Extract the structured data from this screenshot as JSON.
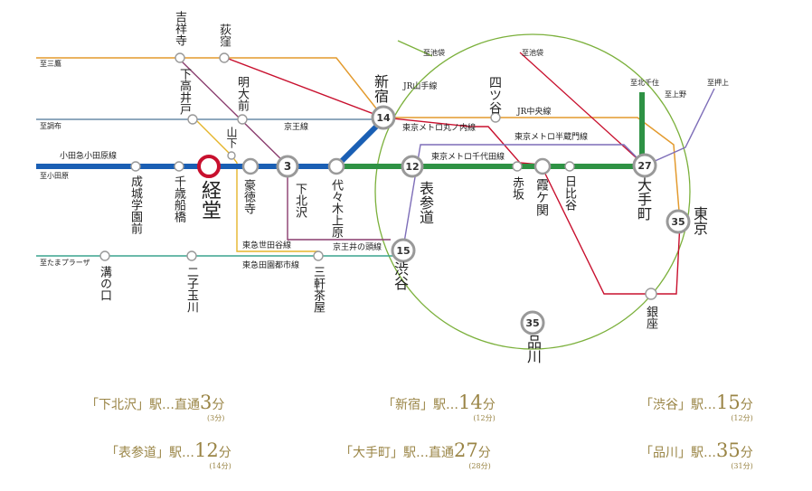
{
  "colors": {
    "odakyu": "#1a5fb4",
    "chiyoda": "#2e9244",
    "keio": "#6a8ca8",
    "keio_inokashira": "#8a3d6e",
    "yamanote": "#7bb03b",
    "marunouchi": "#c8102e",
    "hanzomon": "#7d6db8",
    "chuo": "#e39a2d",
    "tokyu_denen": "#3aa38d",
    "tokyu_setagaya": "#e5b52b",
    "tozai": "#22a8c9",
    "accent_gold": "#9a8546",
    "kyodo_ring": "#c8102e"
  },
  "direction_labels": {
    "mitaka": "至三鷹",
    "chofu": "至調布",
    "odawara": "至小田原",
    "tama_plaza": "至たまプラーザ",
    "ikebukuro_1": "至池袋",
    "ikebukuro_2": "至池袋",
    "kitasenju": "至北千住",
    "ueno": "至上野",
    "oshiage": "至押上"
  },
  "line_labels": {
    "odakyu": "小田急小田原線",
    "keio": "京王線",
    "setagaya": "東急世田谷線",
    "denen": "東急田園都市線",
    "inokashira": "京王井の頭線",
    "yamanote": "JR山手線",
    "chuo": "JR中央線",
    "marunouchi": "東京メトロ丸ノ内線",
    "hanzomon": "東京メトロ半蔵門線",
    "chiyoda": "東京メトロ千代田線"
  },
  "stations": {
    "kichijoji": "吉祥寺",
    "ogikubo": "荻窪",
    "shimotakaido": "下高井戸",
    "meidaimae": "明大前",
    "yamashita": "山下",
    "seijo": "成城学園前",
    "chitose": "千歳船橋",
    "kyodo": "経堂",
    "gotokuji": "豪徳寺",
    "shimokitazawa": "下北沢",
    "yoyogiuehara": "代々木上原",
    "shinjuku": "新宿",
    "yotsuya": "四ツ谷",
    "omotesando": "表参道",
    "akasaka": "赤坂",
    "kasumigaseki": "霞ケ関",
    "hibiya": "日比谷",
    "otemachi": "大手町",
    "tokyo": "東京",
    "ginza": "銀座",
    "shinagawa": "品川",
    "shibuya": "渋谷",
    "mizonokuchi": "溝の口",
    "futakotamagawa": "二子玉川",
    "sangenjaya": "三軒茶屋"
  },
  "badges": {
    "shimokitazawa": "3",
    "shinjuku": "14",
    "omotesando": "12",
    "otemachi": "27",
    "tokyo": "35",
    "shibuya": "15",
    "shinagawa": "35"
  },
  "travel_times": [
    {
      "prefix": "「下北沢」駅…直通",
      "minutes": "3",
      "unit": "分",
      "sub": "(3分)"
    },
    {
      "prefix": "「新宿」駅…",
      "minutes": "14",
      "unit": "分",
      "sub": "(12分)"
    },
    {
      "prefix": "「渋谷」駅…",
      "minutes": "15",
      "unit": "分",
      "sub": "(12分)"
    },
    {
      "prefix": "「表参道」駅…",
      "minutes": "12",
      "unit": "分",
      "sub": "(14分)"
    },
    {
      "prefix": "「大手町」駅…直通",
      "minutes": "27",
      "unit": "分",
      "sub": "(28分)"
    },
    {
      "prefix": "「品川」駅…",
      "minutes": "35",
      "unit": "分",
      "sub": "(31分)"
    }
  ]
}
